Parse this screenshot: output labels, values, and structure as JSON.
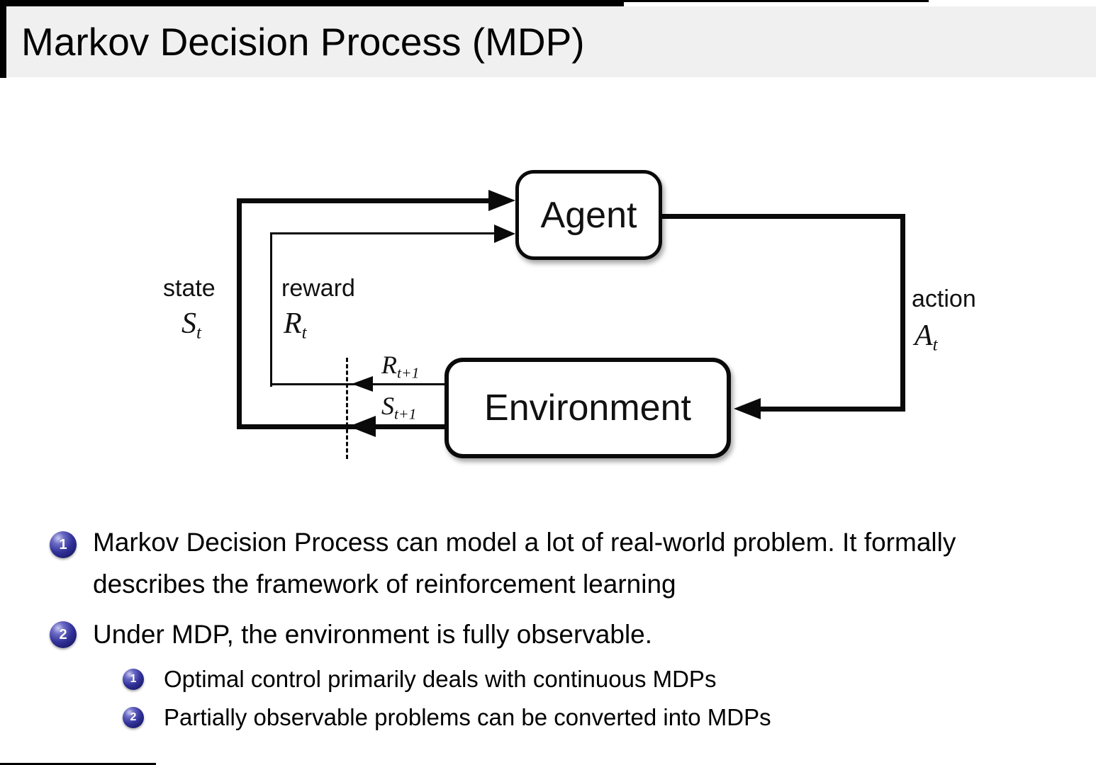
{
  "title": "Markov Decision Process (MDP)",
  "diagram": {
    "agent": "Agent",
    "environment": "Environment",
    "state": {
      "label": "state",
      "symbol": "S",
      "sub": "t"
    },
    "reward": {
      "label": "reward",
      "symbol": "R",
      "sub": "t"
    },
    "action": {
      "label": "action",
      "symbol": "A",
      "sub": "t"
    },
    "next_reward": {
      "symbol": "R",
      "sub": "t+1"
    },
    "next_state": {
      "symbol": "S",
      "sub": "t+1"
    }
  },
  "bullets": {
    "item1": {
      "number": "1",
      "text": "Markov Decision Process can model a lot of real-world problem. It formally describes the framework of reinforcement learning"
    },
    "item2": {
      "number": "2",
      "text": "Under MDP, the environment is fully observable."
    },
    "sub1": {
      "number": "1",
      "text": "Optimal control primarily deals with continuous MDPs"
    },
    "sub2": {
      "number": "2",
      "text": "Partially observable problems can be converted into MDPs"
    }
  },
  "colors": {
    "title_band": "#f0f0f0",
    "frame_black": "#000000",
    "line_black": "#0a0a0a",
    "ball_blue": "#32329b",
    "ball_text": "#ffffff",
    "background": "#ffffff",
    "text": "#000000"
  }
}
